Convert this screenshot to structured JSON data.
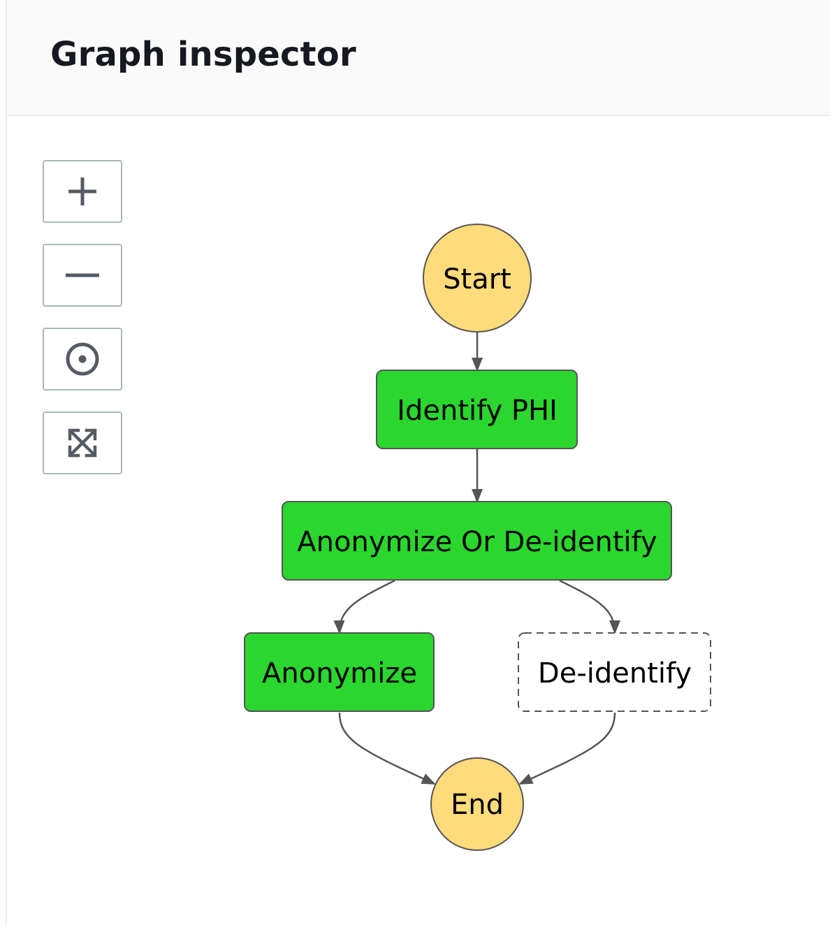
{
  "header": {
    "title": "Graph inspector"
  },
  "controls": [
    {
      "name": "zoom-in-button",
      "icon": "plus-icon"
    },
    {
      "name": "zoom-out-button",
      "icon": "minus-icon"
    },
    {
      "name": "center-button",
      "icon": "target-icon"
    },
    {
      "name": "fit-to-view-button",
      "icon": "expand-arrows-icon"
    }
  ],
  "graph": {
    "nodes": {
      "start": {
        "label": "Start",
        "kind": "terminal"
      },
      "identify_phi": {
        "label": "Identify PHI",
        "kind": "task",
        "status": "succeeded"
      },
      "choice": {
        "label": "Anonymize Or De-identify",
        "kind": "choice",
        "status": "succeeded"
      },
      "anonymize": {
        "label": "Anonymize",
        "kind": "task",
        "status": "succeeded"
      },
      "deidentify": {
        "label": "De-identify",
        "kind": "task",
        "status": "not-started"
      },
      "end": {
        "label": "End",
        "kind": "terminal"
      }
    },
    "colors": {
      "terminal_fill": "#fedb7b",
      "succeeded_fill": "#2bd62e",
      "not_started_fill": "#ffffff",
      "border": "#555555",
      "edge": "#555555"
    }
  }
}
